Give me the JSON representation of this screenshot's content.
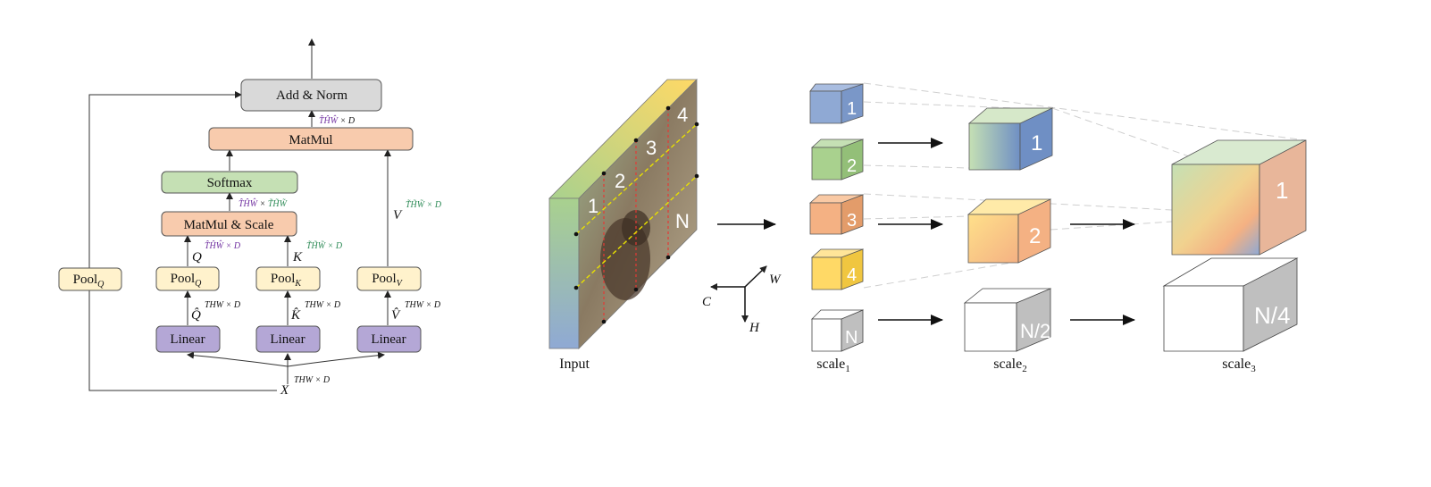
{
  "attention_block": {
    "add_norm": "Add & Norm",
    "matmul": "MatMul",
    "softmax": "Softmax",
    "matmul_scale": "MatMul & Scale",
    "pool_q_outer": {
      "base": "Pool",
      "sub": "Q"
    },
    "pool_q": {
      "base": "Pool",
      "sub": "Q"
    },
    "pool_k": {
      "base": "Pool",
      "sub": "K"
    },
    "pool_v": {
      "base": "Pool",
      "sub": "V"
    },
    "linear_q": "Linear",
    "linear_k": "Linear",
    "linear_v": "Linear",
    "q_hat": {
      "sym": "Q̂",
      "sup": "THW × D"
    },
    "k_hat": {
      "sym": "K̂",
      "sup": "THW × D"
    },
    "v_hat": {
      "sym": "V̂",
      "sup": "THW × D"
    },
    "q_pooled": {
      "sym": "Q",
      "sup": "T̂ĤŴ × D"
    },
    "k_pooled": {
      "sym": "K",
      "sup": "T̃H̃W̃ × D"
    },
    "v_pooled": {
      "sym": "V",
      "sup": "T̃H̃W̃ × D"
    },
    "x_input": {
      "sym": "X",
      "sup": "THW × D"
    },
    "after_scale": {
      "a": "T̂ĤŴ",
      "x": " × ",
      "b": "T̃H̃W̃"
    },
    "after_matmul": {
      "a": "T̂ĤŴ",
      "x": " × D"
    }
  },
  "scales": {
    "input_caption": "Input",
    "input_patch_labels": [
      "1",
      "2",
      "3",
      "4",
      "N"
    ],
    "axes": {
      "c": "C",
      "w": "W",
      "h": "H"
    },
    "scale1_cubes": [
      "1",
      "2",
      "3",
      "4",
      "N"
    ],
    "scale2_cubes": [
      "1",
      "2",
      "N/2"
    ],
    "scale3_cubes": [
      "1",
      "N/4"
    ],
    "captions": [
      {
        "base": "scale",
        "sub": "1"
      },
      {
        "base": "scale",
        "sub": "2"
      },
      {
        "base": "scale",
        "sub": "3"
      }
    ]
  },
  "colors": {
    "add_norm": "#d9d9d9",
    "matmul": "#f8cbad",
    "softmax": "#c5e0b4",
    "pool": "#fff2cc",
    "linear": "#b4a7d6",
    "blue": "#8fa9d4",
    "green": "#a9d18e",
    "orange": "#f4b183",
    "yellow": "#ffd966",
    "purple_text": "#7030a0",
    "green_text": "#2e8b57"
  }
}
